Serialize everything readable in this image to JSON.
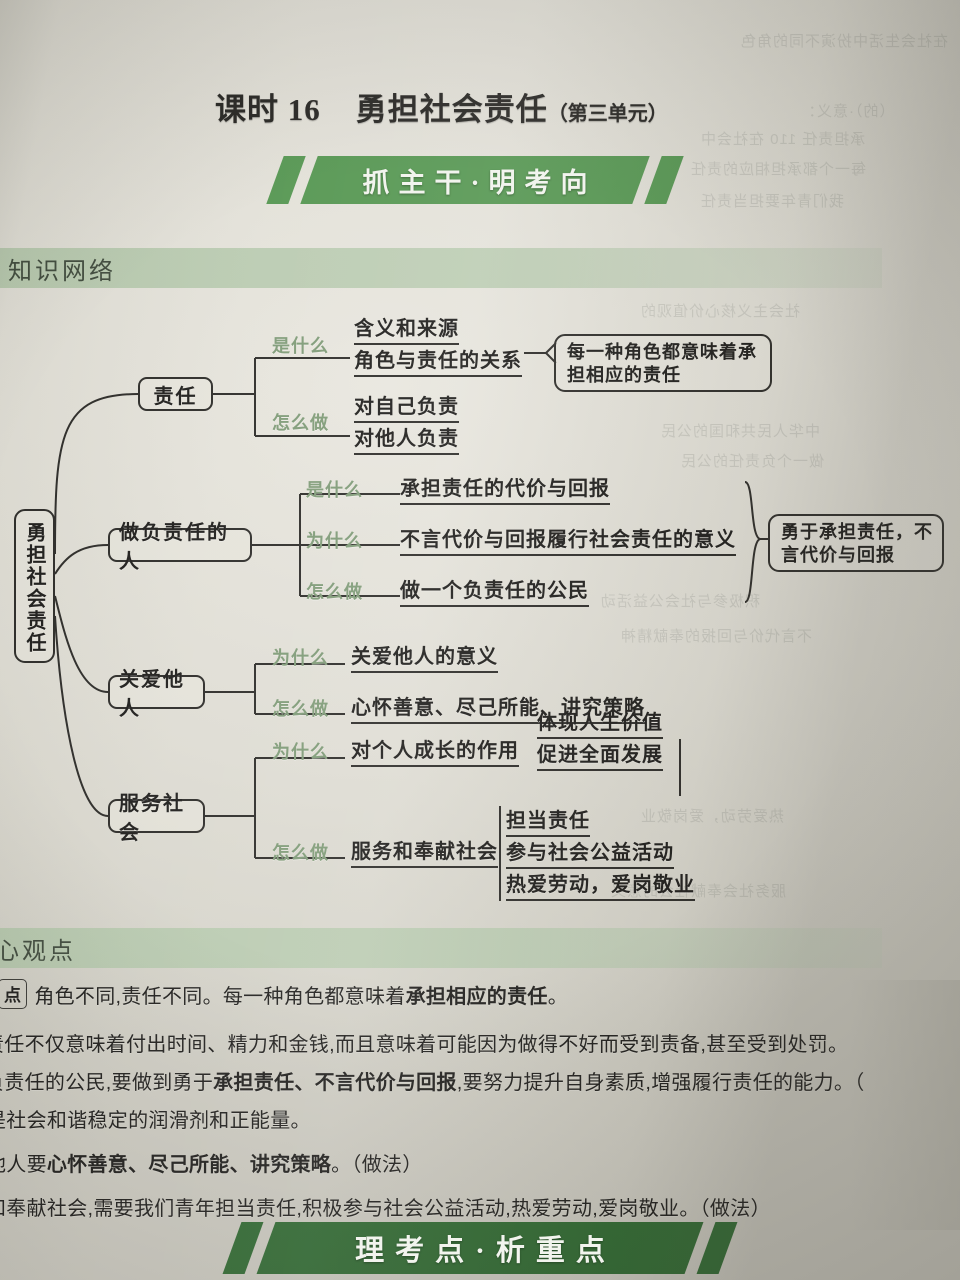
{
  "page": {
    "title_course": "课时 16",
    "title_main": "勇担社会责任",
    "title_unit": "（第三单元）",
    "banner_top": "抓主干·明考向",
    "banner_bottom": "理考点·析重点",
    "accent_green": "#53954f",
    "accent_green_dark": "#2e6b30",
    "label_green": "#7e9a76",
    "paper": "#dedcd3"
  },
  "sections": {
    "network_heading": "知识网络",
    "core_heading": "核心观点"
  },
  "mindmap": {
    "root": "勇担社会责任",
    "branches": [
      {
        "name": "责任",
        "rows": [
          {
            "q": "是什么",
            "items": [
              "含义和来源",
              "角色与责任的关系"
            ],
            "callout": "每一种角色都意味着承担相应的责任"
          },
          {
            "q": "怎么做",
            "items": [
              "对自己负责",
              "对他人负责"
            ]
          }
        ]
      },
      {
        "name": "做负责任的人",
        "rows": [
          {
            "q": "是什么",
            "items": [
              "承担责任的代价与回报"
            ]
          },
          {
            "q": "为什么",
            "items": [
              "不言代价与回报履行社会责任的意义"
            ]
          },
          {
            "q": "怎么做",
            "items": [
              "做一个负责任的公民"
            ]
          }
        ],
        "callout": "勇于承担责任，不言代价与回报"
      },
      {
        "name": "关爱他人",
        "rows": [
          {
            "q": "为什么",
            "items": [
              "关爱他人的意义"
            ]
          },
          {
            "q": "怎么做",
            "items": [
              "心怀善意、尽己所能、讲究策略"
            ]
          }
        ]
      },
      {
        "name": "服务社会",
        "rows": [
          {
            "q": "为什么",
            "items": [
              "对个人成长的作用"
            ],
            "sub": [
              "体现人生价值",
              "促进全面发展"
            ]
          },
          {
            "q": "怎么做",
            "items": [
              "服务和奉献社会"
            ],
            "sub": [
              "担当责任",
              "参与社会公益活动",
              "热爱劳动，爱岗敬业"
            ]
          }
        ]
      }
    ]
  },
  "core_points": {
    "tag": "点",
    "lines": [
      {
        "plain1": "角色不同,责任不同。每一种角色都意味着",
        "bold": "承担相应的责任",
        "plain2": "。"
      },
      {
        "plain1": "责任不仅意味着付出时间、精力和金钱,而且意味着可能因为做得不好而受到责备,甚至受到处罚。"
      },
      {
        "plain1": "负责任的公民,要做到勇于",
        "bold": "承担责任、不言代价与回报",
        "plain2": ",要努力提升自身素质,增强履行责任的能力。（"
      },
      {
        "plain1": "是社会和谐稳定的润滑剂和正能量。"
      },
      {
        "plain1": "他人要",
        "bold": "心怀善意、尽己所能、讲究策略",
        "plain2": "。（做法）"
      },
      {
        "plain1": "和奉献社会,需要我们青年担当责任,积极参与社会公益活动,热爱劳动,爱岗敬业。（做法）"
      }
    ]
  },
  "ghost_text": {
    "t1": "在社会生活中扮演不同的角色",
    "t2": "（的）·意义：",
    "t3": "承担责任 110 在社会中",
    "t4": "每一个都承担相应的责任",
    "t5": "我们青年要担当责任",
    "t6": "社会主义核心价值观的",
    "t7": "中华人民共和国的公民",
    "t8": "做一个负责任的公民",
    "t9": "积极参与社会公益活动",
    "t10": "热爱劳动，爱岗敬业",
    "t11": "不言代价与回报的奉献精神",
    "t12": "服务社会奉献社会的意义"
  }
}
